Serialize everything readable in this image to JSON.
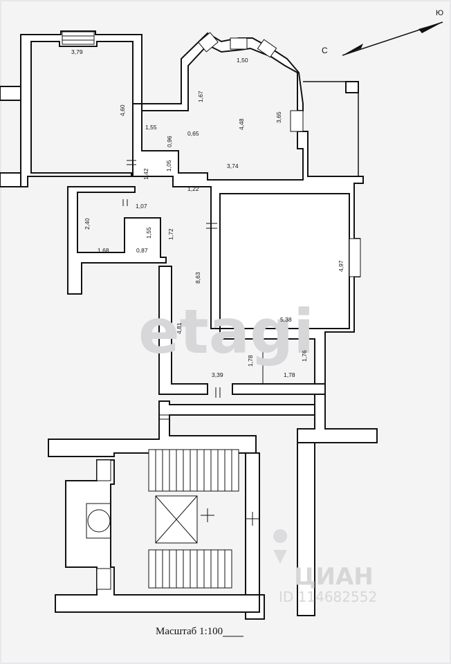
{
  "compass": {
    "north": "С",
    "south": "Ю"
  },
  "scale_label": "Масштаб 1:100",
  "watermarks": {
    "etagi": "etagi",
    "cian": "ЦИАН",
    "cian_id": "ID 114682552"
  },
  "dimensions": {
    "room1_width": "3,79",
    "room1_height": "4,60",
    "bay_top": "1,50",
    "bay_left": "1,67",
    "bay_right": "3,65",
    "room2_height": "4,48",
    "room2_width": "3,74",
    "room2_small": "0,65",
    "closet_width": "1,55",
    "closet_height": "0,96",
    "corridor_a": "1,42",
    "corridor_b": "1,05",
    "corridor_c": "1,22",
    "bath_width": "1,07",
    "bath_height": "2,40",
    "bath_bottom": "1,68",
    "wc_height": "1,55",
    "wc_width": "0,87",
    "hall_1": "1,72",
    "hall_2": "8,63",
    "hall_3": "4,81",
    "hall_4": "3,39",
    "room3_height": "4,97",
    "room3_width": "5,38",
    "store_1": "1,78",
    "store_2": "1,76",
    "store_3": "1,78"
  }
}
